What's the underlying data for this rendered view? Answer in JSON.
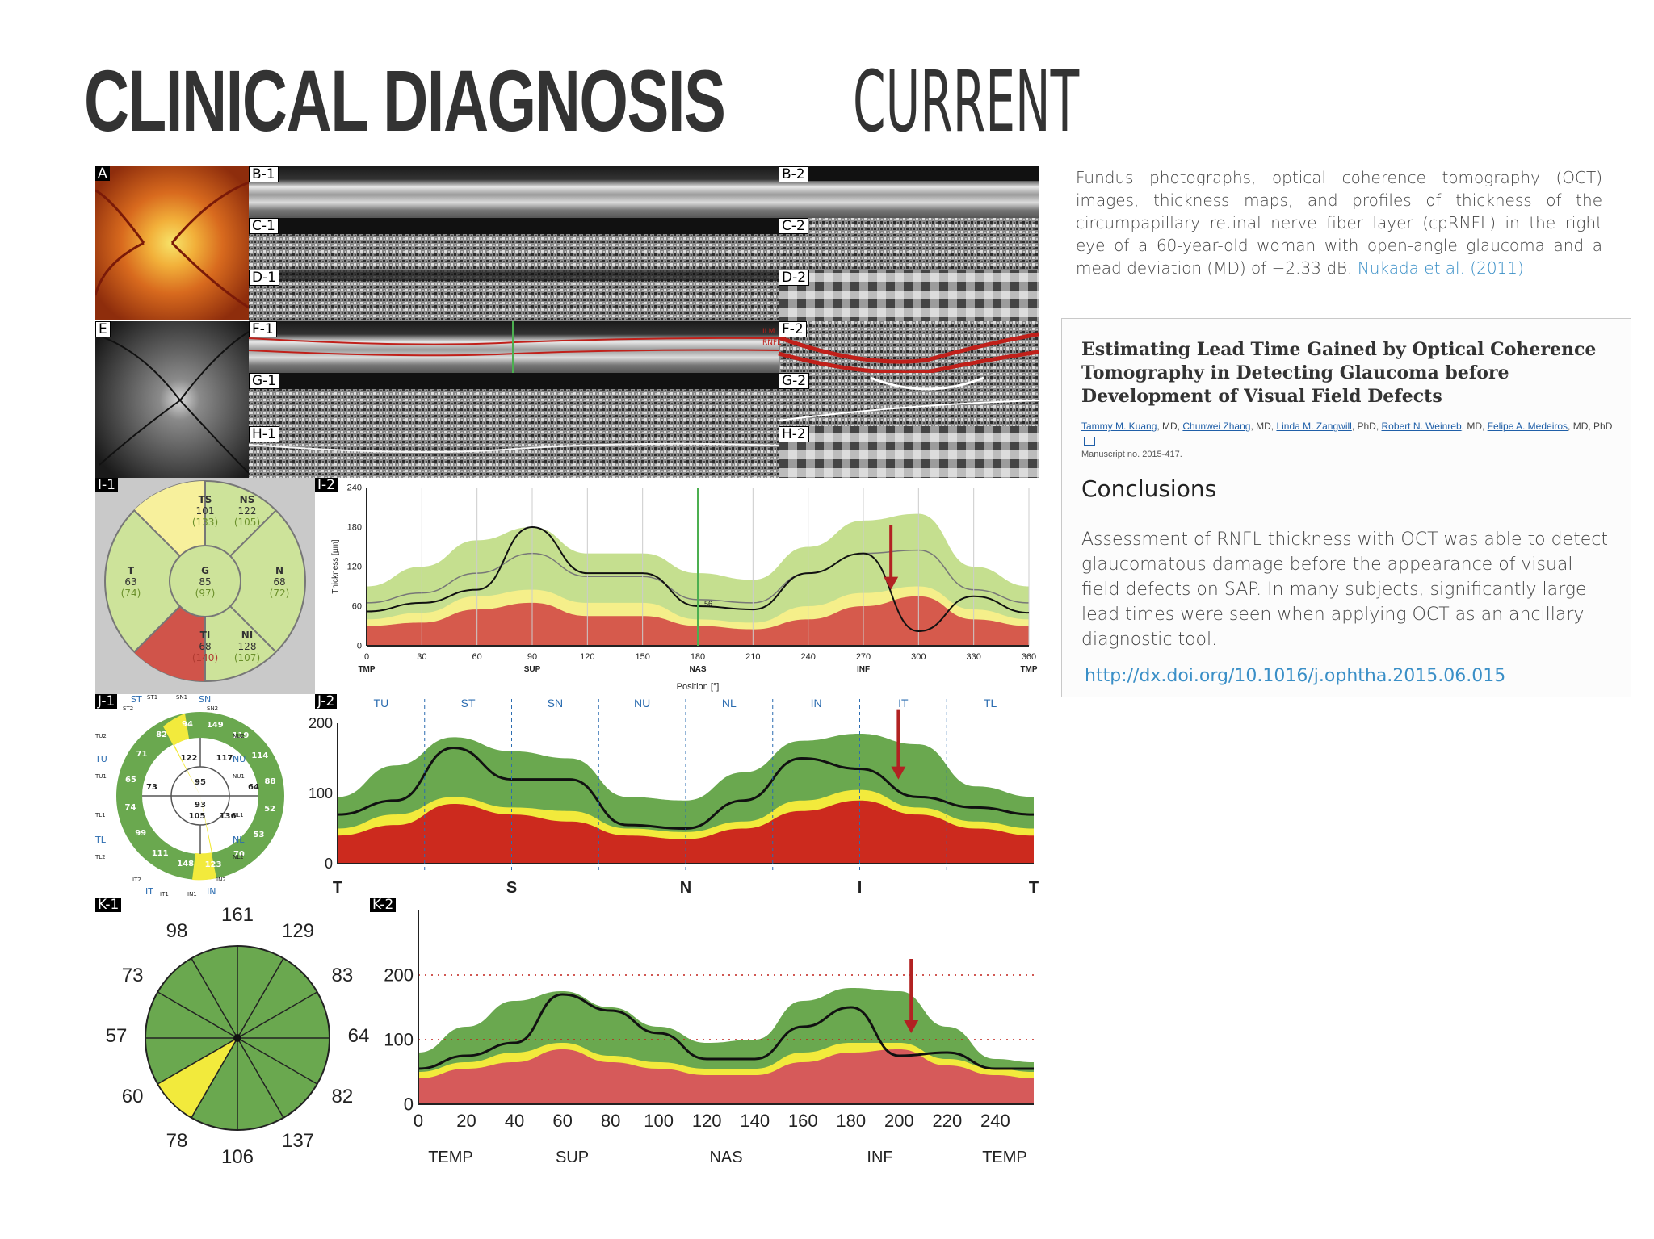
{
  "slide": {
    "title_bold": "CLINICAL DIAGNOSIS",
    "title_light": "CURRENT"
  },
  "caption": {
    "text": "Fundus photographs, optical coherence tomography (OCT) images, thickness maps, and profiles of thickness of the circumpapillary retinal nerve fiber layer (cpRNFL) in the right eye of a 60-year-old woman with open-angle glaucoma and a mead deviation (MD) of −2.33 dB.",
    "link": "Nukada et al. (2011)"
  },
  "paper": {
    "title": "Estimating Lead Time Gained by Optical Coherence Tomography in Detecting Glaucoma before Development of Visual Field Defects",
    "authors": [
      {
        "name": "Tammy M. Kuang",
        "suffix": ", MD, "
      },
      {
        "name": "Chunwei Zhang",
        "suffix": ", MD, "
      },
      {
        "name": "Linda M. Zangwill",
        "suffix": ", PhD, "
      },
      {
        "name": "Robert N. Weinreb",
        "suffix": ", MD, "
      },
      {
        "name": "Felipe A. Medeiros",
        "suffix": ", MD, PhD"
      }
    ],
    "manuscript": "Manuscript no. 2015-417.",
    "conclusions_heading": "Conclusions",
    "conclusions": "Assessment of RNFL thickness with OCT was able to detect glaucomatous damage before the appearance of visual field defects on SAP. In many subjects, significantly large lead times were seen when applying OCT as an ancillary diagnostic tool.",
    "doi": "http://dx.doi.org/10.1016/j.ophtha.2015.06.015"
  },
  "figure": {
    "labels": {
      "A": "A",
      "B1": "B-1",
      "B2": "B-2",
      "C1": "C-1",
      "C2": "C-2",
      "D1": "D-1",
      "D2": "D-2",
      "E": "E",
      "F1": "F-1",
      "F2": "F-2",
      "G1": "G-1",
      "G2": "G-2",
      "H1": "H-1",
      "H2": "H-2",
      "I1": "I-1",
      "I2": "I-2",
      "J1": "J-1",
      "J2": "J-2",
      "K1": "K-1",
      "K2": "K-2"
    },
    "f_markers": [
      "ILM",
      "RNFL"
    ],
    "i1_sectors": [
      {
        "id": "TS",
        "value": "101",
        "ref": "(133)"
      },
      {
        "id": "NS",
        "value": "122",
        "ref": "(105)"
      },
      {
        "id": "T",
        "value": "63",
        "ref": "(74)"
      },
      {
        "id": "G",
        "value": "85",
        "ref": "(97)"
      },
      {
        "id": "N",
        "value": "68",
        "ref": "(72)"
      },
      {
        "id": "TI",
        "value": "68",
        "ref": "(140)"
      },
      {
        "id": "NI",
        "value": "128",
        "ref": "(107)"
      }
    ],
    "i2_marker": "56",
    "j1": {
      "outer": [
        "149",
        "119",
        "114",
        "88",
        "52",
        "53",
        "70",
        "123",
        "148",
        "111",
        "99",
        "74",
        "65",
        "71",
        "82",
        "94"
      ],
      "outer_labels": [
        "ST",
        "ST1",
        "SN1",
        "SN",
        "ST2",
        "SN2",
        "TU2",
        "NU2",
        "TU",
        "NU",
        "TU1",
        "NU1",
        "TL1",
        "NL1",
        "TL",
        "NL",
        "TL2",
        "NL2",
        "IT2",
        "IN2",
        "IT",
        "IT1",
        "IN1",
        "IN"
      ],
      "mid": [
        "122",
        "117",
        "64",
        "136",
        "105",
        "73"
      ],
      "inner": [
        "95",
        "93"
      ]
    },
    "j2_sectors": [
      "TU",
      "ST",
      "SN",
      "NU",
      "NL",
      "IN",
      "IT",
      "TL"
    ],
    "k1_values": [
      "161",
      "129",
      "83",
      "64",
      "82",
      "137",
      "106",
      "78",
      "60",
      "57",
      "73",
      "98"
    ]
  },
  "chart_data": [
    {
      "type": "area",
      "title": "I-2",
      "xlabel": "Position [°]",
      "ylabel": "Thickness [µm]",
      "xlim": [
        0,
        360
      ],
      "ylim": [
        0,
        240
      ],
      "xticks": [
        0,
        30,
        60,
        90,
        120,
        150,
        180,
        210,
        240,
        270,
        300,
        330,
        360
      ],
      "yticks": [
        0,
        60,
        120,
        180,
        240
      ],
      "xtick_labels_sub": {
        "0": "TMP",
        "90": "SUP",
        "180": "NAS",
        "270": "INF",
        "360": "TMP"
      },
      "x": [
        0,
        30,
        60,
        90,
        120,
        150,
        180,
        210,
        240,
        270,
        300,
        330,
        360
      ],
      "series": [
        {
          "name": "",
          "role": "measured",
          "values": [
            52,
            65,
            85,
            180,
            110,
            110,
            60,
            55,
            110,
            140,
            22,
            75,
            50
          ]
        },
        {
          "name": "",
          "role": "normal-upper",
          "values": [
            90,
            120,
            160,
            180,
            140,
            140,
            110,
            100,
            150,
            190,
            200,
            120,
            90
          ]
        },
        {
          "name": "",
          "role": "normal-mean",
          "values": [
            65,
            80,
            110,
            140,
            105,
            105,
            70,
            65,
            110,
            140,
            145,
            85,
            65
          ]
        },
        {
          "name": "",
          "role": "borderline-lower",
          "values": [
            40,
            50,
            75,
            85,
            65,
            65,
            40,
            35,
            60,
            80,
            90,
            55,
            40
          ]
        },
        {
          "name": "",
          "role": "abnormal-lower",
          "values": [
            30,
            35,
            55,
            65,
            45,
            45,
            30,
            25,
            40,
            60,
            75,
            40,
            30
          ]
        }
      ],
      "annotations": [
        {
          "type": "arrow",
          "x": 285,
          "y": 85
        },
        {
          "type": "vline",
          "x": 180
        }
      ],
      "grid": true
    },
    {
      "type": "area",
      "title": "J-2",
      "xlim": [
        0,
        360
      ],
      "ylim": [
        0,
        200
      ],
      "yticks": [
        0,
        100,
        200
      ],
      "xtick_labels": [
        "T",
        "S",
        "N",
        "I",
        "T"
      ],
      "sectors": [
        "TU",
        "ST",
        "SN",
        "NU",
        "NL",
        "IN",
        "IT",
        "TL"
      ],
      "x": [
        0,
        30,
        60,
        90,
        120,
        150,
        180,
        210,
        240,
        270,
        300,
        330,
        360
      ],
      "series": [
        {
          "name": "",
          "role": "measured",
          "values": [
            70,
            90,
            165,
            120,
            120,
            55,
            50,
            90,
            150,
            135,
            95,
            80,
            70
          ]
        },
        {
          "name": "",
          "role": "normal-upper",
          "values": [
            95,
            140,
            180,
            160,
            150,
            95,
            90,
            130,
            175,
            185,
            170,
            110,
            95
          ]
        },
        {
          "name": "",
          "role": "borderline",
          "values": [
            50,
            70,
            95,
            80,
            75,
            50,
            45,
            60,
            90,
            105,
            80,
            60,
            50
          ]
        },
        {
          "name": "",
          "role": "abnormal",
          "values": [
            40,
            55,
            85,
            70,
            60,
            40,
            35,
            50,
            75,
            90,
            70,
            50,
            40
          ]
        }
      ],
      "annotations": [
        {
          "type": "arrow",
          "x": 290,
          "y": 120
        }
      ],
      "grid": false
    },
    {
      "type": "area",
      "title": "K-2",
      "xlim": [
        0,
        256
      ],
      "ylim": [
        0,
        300
      ],
      "xticks": [
        0,
        20,
        40,
        60,
        80,
        100,
        120,
        140,
        160,
        180,
        200,
        220,
        240
      ],
      "yticks": [
        0,
        100,
        200
      ],
      "xtick_labels_sub": [
        "TEMP",
        "SUP",
        "NAS",
        "INF",
        "TEMP"
      ],
      "x": [
        0,
        20,
        40,
        60,
        80,
        100,
        120,
        140,
        160,
        180,
        200,
        220,
        240,
        256
      ],
      "series": [
        {
          "name": "",
          "role": "measured",
          "values": [
            55,
            75,
            95,
            170,
            145,
            110,
            70,
            70,
            120,
            150,
            75,
            80,
            55,
            55
          ]
        },
        {
          "name": "",
          "role": "normal-upper",
          "values": [
            80,
            120,
            160,
            175,
            150,
            120,
            95,
            100,
            160,
            180,
            175,
            120,
            70,
            65
          ]
        },
        {
          "name": "",
          "role": "borderline",
          "values": [
            50,
            65,
            80,
            95,
            75,
            65,
            55,
            55,
            80,
            95,
            95,
            70,
            55,
            50
          ]
        },
        {
          "name": "",
          "role": "abnormal",
          "values": [
            40,
            55,
            65,
            85,
            65,
            55,
            45,
            45,
            65,
            80,
            85,
            60,
            45,
            40
          ]
        }
      ],
      "annotations": [
        {
          "type": "arrow",
          "x": 205,
          "y": 110
        }
      ],
      "grid": true
    }
  ]
}
